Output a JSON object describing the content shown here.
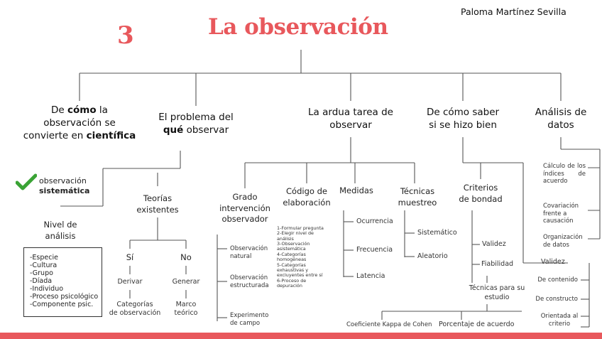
{
  "header": {
    "author": "Paloma Martínez Sevilla",
    "number": "3",
    "title": "La observación"
  },
  "branches": {
    "cientifica": {
      "pre": "De ",
      "b1": "cómo",
      "mid1": " la",
      "line2": "observación se",
      "line3pre": "convierte en ",
      "b2": "científica"
    },
    "problema": {
      "line1": "El problema del",
      "b": "qué",
      "line2post": " observar"
    },
    "ardua": {
      "line1": "La ardua tarea de",
      "line2": "observar"
    },
    "saber": {
      "line1": "De cómo saber",
      "line2": "si se hizo bien"
    },
    "analisis": {
      "line1": "Análisis de",
      "line2": "datos"
    }
  },
  "cientifica_items": {
    "sistematica_l1": "observación",
    "sistematica_l2": "sistemática",
    "nivel_l1": "Nivel de",
    "nivel_l2": "análisis",
    "box": [
      "-Especie",
      "-Cultura",
      "-Grupo",
      "-Díada",
      "-Individuo",
      "-Proceso psicológico",
      "-Componente psic."
    ]
  },
  "problema_items": {
    "teorias_l1": "Teorías",
    "teorias_l2": "existentes",
    "si": "Sí",
    "no": "No",
    "derivar": "Derivar",
    "generar": "Generar",
    "categorias_l1": "Categorías",
    "categorias_l2": "de observación",
    "marco_l1": "Marco",
    "marco_l2": "teórico"
  },
  "ardua_items": {
    "grado": [
      "Grado",
      "intervención",
      "observador"
    ],
    "grado_children": [
      [
        "Observación",
        "natural"
      ],
      [
        "Observación",
        "estructurada"
      ],
      [
        "Experimento",
        "de campo"
      ]
    ],
    "codigo": [
      "Código de",
      "elaboración"
    ],
    "codigo_list": [
      "1-Formular pregunta",
      "2-Elegir nivel de",
      "análisis",
      "3-Observación",
      "asistemática",
      "4-Categorías",
      "homogéneas",
      "5-Categorías",
      "exhaustivas y",
      "excluyentes entre sí",
      "6-Proceso de",
      "depuración"
    ],
    "medidas": "Medidas",
    "medidas_children": [
      "Ocurrencia",
      "Frecuencia",
      "Latencia"
    ],
    "tecnicas": [
      "Técnicas",
      "muestreo"
    ],
    "tecnicas_children": [
      "Sistemático",
      "Aleatorio"
    ]
  },
  "saber_items": {
    "criterios": [
      "Criterios",
      "de bondad"
    ],
    "validez": "Validez",
    "fiabilidad": "Fiabilidad",
    "tecnicas": [
      "Técnicas para su",
      "estudio"
    ],
    "kappa": "Coeficiente Kappa de Cohen",
    "porcentaje": "Porcentaje de acuerdo",
    "validez2": "Validez",
    "validez_children": [
      "De contenido",
      "De constructo",
      "Orientada al",
      "criterio"
    ]
  },
  "analisis_items": {
    "calculo": "Cálculo de los índices de acuerdo",
    "covariacion": "Covariación frente a causación",
    "organizacion": "Organización de datos"
  },
  "colors": {
    "accent": "#e8585c",
    "check": "#3aa335",
    "line": "#555555"
  }
}
